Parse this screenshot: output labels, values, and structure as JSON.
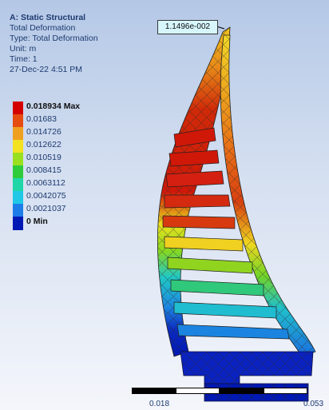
{
  "header": {
    "analysis": "A: Static Structural",
    "result_name": "Total Deformation",
    "type": "Type: Total Deformation",
    "unit": "Unit: m",
    "time": "Time: 1",
    "date": "27-Dec-22 4:51 PM"
  },
  "legend": {
    "items": [
      {
        "label": "0.018934 Max",
        "color": "#d40000",
        "strong": true
      },
      {
        "label": "0.01683",
        "color": "#e44c10"
      },
      {
        "label": "0.014726",
        "color": "#f0a020"
      },
      {
        "label": "0.012622",
        "color": "#f2e220"
      },
      {
        "label": "0.010519",
        "color": "#9ae01e"
      },
      {
        "label": "0.008415",
        "color": "#2ecc3a"
      },
      {
        "label": "0.0063112",
        "color": "#1ed6a8"
      },
      {
        "label": "0.0042075",
        "color": "#20c8e6"
      },
      {
        "label": "0.0021037",
        "color": "#1c7ce8"
      },
      {
        "label": "0 Min",
        "color": "#0018b4",
        "strong": true
      }
    ]
  },
  "probe": {
    "label": "1.1496e-002"
  },
  "scale": {
    "left_label": "0.018",
    "right_label": "0.053"
  }
}
